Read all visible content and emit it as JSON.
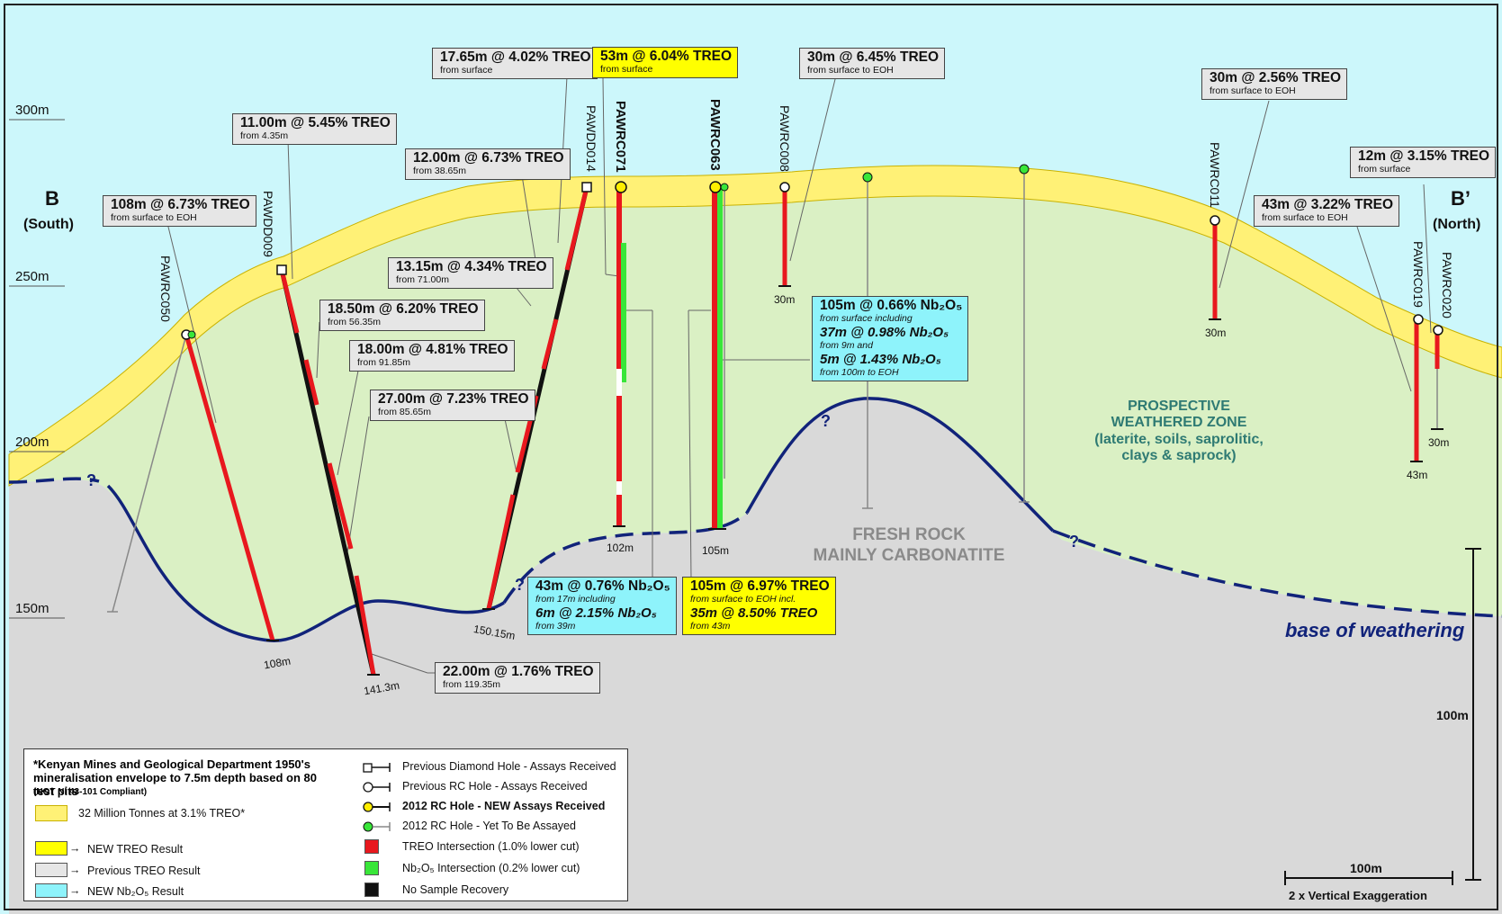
{
  "section_labels": {
    "start": {
      "letter": "B",
      "dir": "(South)"
    },
    "end": {
      "letter": "B’",
      "dir": "(North)"
    }
  },
  "elevations": [
    "300m",
    "250m",
    "200m",
    "150m"
  ],
  "zone_label": {
    "line1": "PROSPECTIVE",
    "line2": "WEATHERED ZONE",
    "line3": "(laterite, soils, saprolitic,",
    "line4": "clays & saprock)"
  },
  "fresh_rock": {
    "line1": "FRESH ROCK",
    "line2": "MAINLY CARBONATITE"
  },
  "base_label": "base of weathering",
  "question_mark": "?",
  "holes": [
    {
      "name": "PAWRC050",
      "depth": "108m"
    },
    {
      "name": "PAWDD009",
      "depth": "141.3m"
    },
    {
      "name": "PAWDD014",
      "depth": "150.15m"
    },
    {
      "name": "PAWRC071",
      "depth": "102m"
    },
    {
      "name": "PAWRC063",
      "depth": "105m"
    },
    {
      "name": "PAWRC008",
      "depth": "30m"
    },
    {
      "name": "PAWRC011",
      "depth": "30m"
    },
    {
      "name": "PAWRC019",
      "depth": "43m"
    },
    {
      "name": "PAWRC020",
      "depth": "30m"
    }
  ],
  "callouts": {
    "c1": {
      "head": "108m @ 6.73% TREO",
      "sub": "from surface to EOH"
    },
    "c2": {
      "head": "11.00m @ 5.45% TREO",
      "sub": "from 4.35m"
    },
    "c3": {
      "head": "18.50m @ 6.20% TREO",
      "sub": "from 56.35m"
    },
    "c4": {
      "head": "18.00m @ 4.81% TREO",
      "sub": "from 91.85m"
    },
    "c5": {
      "head": "27.00m @ 7.23% TREO",
      "sub": "from 85.65m"
    },
    "c6": {
      "head": "13.15m @ 4.34% TREO",
      "sub": "from 71.00m"
    },
    "c7": {
      "head": "12.00m @ 6.73% TREO",
      "sub": "from 38.65m"
    },
    "c8": {
      "head": "17.65m @ 4.02% TREO",
      "sub": "from surface"
    },
    "c9": {
      "head": "53m @ 6.04% TREO",
      "sub": "from surface"
    },
    "c10": {
      "head": "30m @ 6.45% TREO",
      "sub": "from surface to EOH"
    },
    "c11": {
      "head": "105m @ 0.66% Nb₂O₅",
      "sub": "from surface including",
      "hi1": "37m @ 0.98% Nb₂O₅",
      "si1": "from 9m and",
      "hi2": "5m @ 1.43% Nb₂O₅",
      "si2": "from 100m to EOH"
    },
    "c12": {
      "head": "43m @ 0.76% Nb₂O₅",
      "sub": "from 17m including",
      "hi1": "6m @ 2.15% Nb₂O₅",
      "si1": "from 39m"
    },
    "c13": {
      "head": "105m @ 6.97% TREO",
      "sub": "from surface to EOH incl.",
      "hi1": "35m @ 8.50% TREO",
      "si1": "from 43m"
    },
    "c14": {
      "head": "22.00m @ 1.76% TREO",
      "sub": "from 119.35m"
    },
    "c15": {
      "head": "30m @ 2.56% TREO",
      "sub": "from surface to EOH"
    },
    "c16": {
      "head": "12m @ 3.15% TREO",
      "sub": "from surface"
    },
    "c17": {
      "head": "43m @ 3.22% TREO",
      "sub": "from surface to EOH"
    }
  },
  "legend": {
    "title": "*Kenyan Mines and Geological Department 1950's mineralisation envelope to 7.5m depth based on 80 test pits",
    "note": "(NOT NI 43-101 Compliant)",
    "envelope": "32 Million Tonnes at 3.1% TREO*",
    "new_treo": "NEW TREO Result",
    "prev_treo": "Previous TREO Result",
    "new_nb": "NEW Nb₂O₅ Result",
    "prev_dd": "Previous Diamond Hole - Assays Received",
    "prev_rc": "Previous RC Hole - Assays Received",
    "rc_new": "2012 RC Hole - NEW Assays Received",
    "rc_yet": "2012 RC Hole - Yet To Be Assayed",
    "treo_int": "TREO Intersection (1.0% lower cut)",
    "nb_int": "Nb₂O₅ Intersection (0.2% lower cut)",
    "no_sample": "No Sample Recovery"
  },
  "scale": {
    "vertical": "100m",
    "horizontal": "100m",
    "exaggeration": "2 x Vertical Exaggeration"
  },
  "colors": {
    "sky": "#ccf7fb",
    "weathered": "#daf0c4",
    "fresh": "#d9d9d9",
    "laterite": "#fff176",
    "treo": "#e8181e",
    "nb": "#39e639",
    "base_line": "#11237a"
  }
}
